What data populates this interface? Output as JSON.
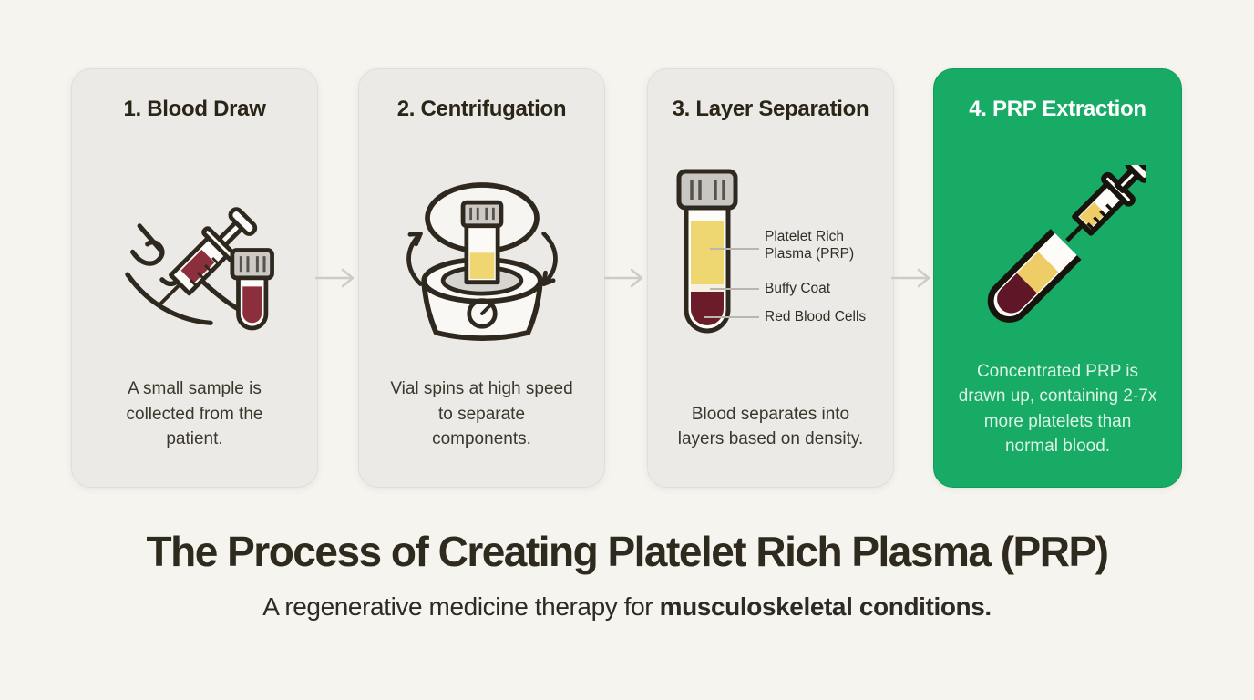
{
  "page": {
    "title": "The Process of Creating Platelet Rich Plasma (PRP)",
    "subtitle": {
      "regular": "A regenerative medicine therapy for ",
      "bold": "musculoskeletal conditions."
    }
  },
  "steps": [
    {
      "title": "1. Blood Draw",
      "description": "A small sample is collected from the patient.",
      "icon": "blood-draw-icon"
    },
    {
      "title": "2. Centrifugation",
      "description": "Vial spins at high speed to separate components.",
      "icon": "centrifuge-icon"
    },
    {
      "title": "3. Layer Separation",
      "description": "Blood separates into layers based on density.",
      "icon": "layered-tube-icon",
      "tube_labels": {
        "prp": "Platelet Rich Plasma (PRP)",
        "buffy": "Buffy Coat",
        "rbc": "Red Blood Cells"
      }
    },
    {
      "title": "4. PRP Extraction",
      "description": "Concentrated PRP is drawn up, containing 2-7x more platelets than normal blood.",
      "icon": "prp-extraction-icon",
      "highlighted": true
    }
  ],
  "colors": {
    "background": "#f5f4ef",
    "card": "#ebeae6",
    "accent_green": "#17ab66",
    "plasma_yellow": "#eed671",
    "buffy_coat": "#f6f0e0",
    "blood_red": "#8c2f3c",
    "rbc_dark": "#6b1b2a",
    "arrow_gray": "#cfccc4",
    "outline": "#2e281f"
  }
}
